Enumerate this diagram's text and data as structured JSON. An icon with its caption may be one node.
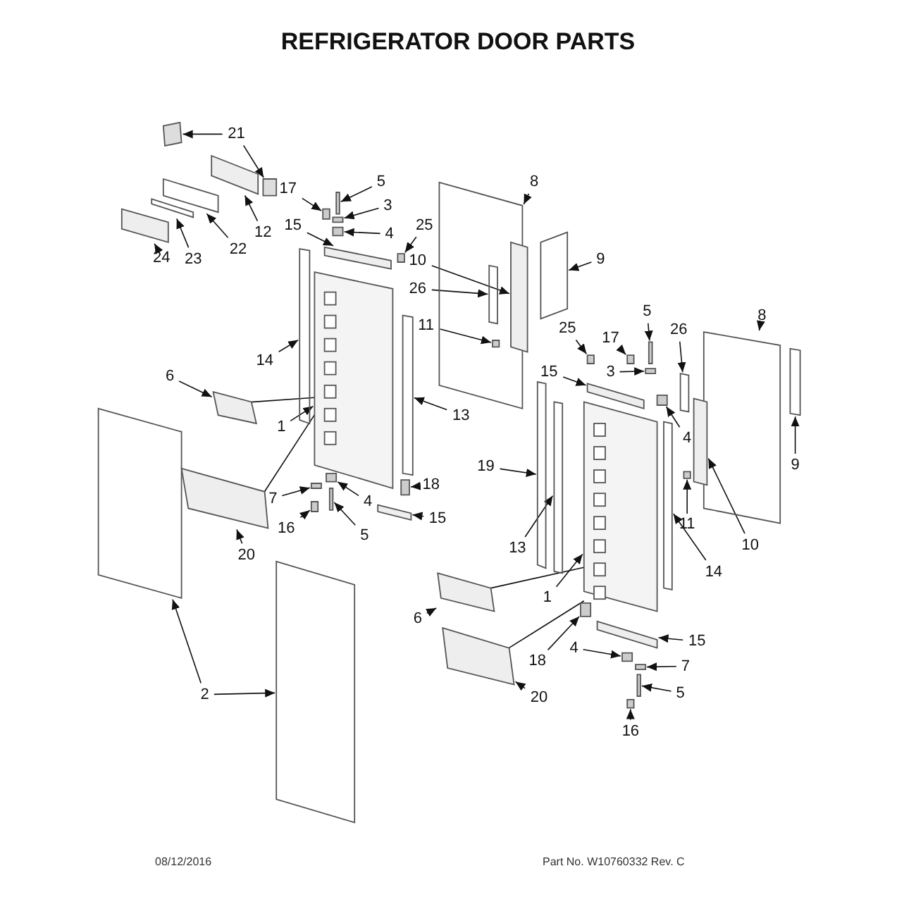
{
  "diagram": {
    "title": "REFRIGERATOR DOOR PARTS",
    "nodes": [
      {
        "text": [
          "21"
        ]
      },
      {
        "text": [
          "12"
        ]
      },
      {
        "text": [
          "22"
        ]
      },
      {
        "text": [
          "23"
        ]
      },
      {
        "text": [
          "24"
        ]
      },
      {
        "text": [
          "17"
        ]
      },
      {
        "text": [
          "5"
        ]
      },
      {
        "text": [
          "3"
        ]
      },
      {
        "text": [
          "4"
        ]
      },
      {
        "text": [
          "15"
        ]
      },
      {
        "text": [
          "25"
        ]
      },
      {
        "text": [
          "8"
        ]
      },
      {
        "text": [
          "10"
        ]
      },
      {
        "text": [
          "9"
        ]
      },
      {
        "text": [
          "26"
        ]
      },
      {
        "text": [
          "11"
        ]
      },
      {
        "text": [
          "8"
        ]
      },
      {
        "text": [
          "5"
        ]
      },
      {
        "text": [
          "26"
        ]
      },
      {
        "text": [
          "25"
        ]
      },
      {
        "text": [
          "17"
        ]
      },
      {
        "text": [
          "14"
        ]
      },
      {
        "text": [
          "15"
        ]
      },
      {
        "text": [
          "3"
        ]
      },
      {
        "text": [
          "6"
        ]
      },
      {
        "text": [
          "13"
        ]
      },
      {
        "text": [
          "1"
        ]
      },
      {
        "text": [
          "4"
        ]
      },
      {
        "text": [
          "9"
        ]
      },
      {
        "text": [
          "19"
        ]
      },
      {
        "text": [
          "10"
        ]
      },
      {
        "text": [
          "7"
        ]
      },
      {
        "text": [
          "4"
        ]
      },
      {
        "text": [
          "15"
        ]
      },
      {
        "text": [
          "5"
        ]
      },
      {
        "text": [
          "11"
        ]
      },
      {
        "text": [
          "16"
        ]
      },
      {
        "text": [
          "18"
        ]
      },
      {
        "text": [
          "20"
        ]
      },
      {
        "text": [
          "14"
        ]
      },
      {
        "text": [
          "13"
        ]
      },
      {
        "text": [
          "1"
        ]
      },
      {
        "text": [
          "6"
        ]
      },
      {
        "text": [
          "18"
        ]
      },
      {
        "text": [
          "15"
        ]
      },
      {
        "text": [
          "4"
        ]
      },
      {
        "text": [
          "7"
        ]
      },
      {
        "text": [
          "2"
        ]
      },
      {
        "text": [
          "5"
        ]
      },
      {
        "text": [
          "20"
        ]
      },
      {
        "text": [
          "16"
        ]
      },
      {
        "text": [],
        "shape": "box"
      },
      {
        "text": [],
        "shape": "box"
      },
      {
        "text": [],
        "shape": "box"
      },
      {
        "text": [],
        "shape": "box"
      },
      {
        "text": [],
        "shape": "box"
      },
      {
        "text": [],
        "shape": "box"
      },
      {
        "text": [],
        "shape": "box"
      },
      {
        "text": [],
        "shape": "box"
      },
      {
        "text": [],
        "shape": "box"
      },
      {
        "text": [],
        "shape": "box"
      },
      {
        "text": [],
        "shape": "box"
      },
      {
        "text": [],
        "shape": "box"
      },
      {
        "text": [],
        "shape": "box"
      },
      {
        "text": [],
        "shape": "box"
      },
      {
        "text": [],
        "shape": "box"
      },
      {
        "text": [],
        "shape": "box",
        "in": 63
      },
      {
        "text": [],
        "shape": "box",
        "in": 63
      },
      {
        "text": [],
        "shape": "box"
      },
      {
        "text": [],
        "shape": "box"
      },
      {
        "text": [],
        "shape": "box"
      },
      {
        "text": [],
        "shape": "box"
      },
      {
        "text": [],
        "shape": "box"
      },
      {
        "text": [],
        "shape": "box"
      },
      {
        "text": [],
        "shape": "box"
      },
      {
        "text": [],
        "shape": "box"
      },
      {
        "text": [],
        "shape": "box"
      },
      {
        "text": [],
        "shape": "box"
      },
      {
        "text": [],
        "shape": "box"
      },
      {
        "text": [],
        "shape": "box"
      },
      {
        "text": [],
        "shape": "box"
      },
      {
        "text": [],
        "shape": "box"
      },
      {
        "text": [],
        "shape": "box"
      },
      {
        "text": [],
        "shape": "box"
      },
      {
        "text": [],
        "shape": "box"
      },
      {
        "text": [],
        "shape": "box"
      },
      {
        "text": [],
        "shape": "box"
      },
      {
        "text": [],
        "shape": "box"
      },
      {
        "text": [],
        "shape": "box"
      },
      {
        "text": [],
        "shape": "box"
      },
      {
        "text": [],
        "shape": "box"
      },
      {
        "text": [],
        "shape": "box"
      },
      {
        "text": [],
        "shape": "box"
      },
      {
        "text": [],
        "shape": "box"
      },
      {
        "text": [],
        "shape": "box"
      },
      {
        "text": [],
        "shape": "box"
      },
      {
        "text": [],
        "shape": "box"
      },
      {
        "text": [],
        "shape": "box"
      },
      {
        "text": [],
        "shape": "box"
      },
      {
        "text": [],
        "shape": "box"
      },
      {
        "text": [],
        "shape": "box"
      },
      {
        "text": [],
        "shape": "box"
      },
      {
        "text": [],
        "shape": "box"
      },
      {
        "text": [],
        "shape": "box"
      }
    ],
    "edges": [
      {
        "from": 0,
        "to": 51,
        "arrow": "to"
      },
      {
        "from": 0,
        "to": 52,
        "arrow": "to"
      },
      {
        "from": 1,
        "to": 53,
        "arrow": "to"
      },
      {
        "from": 2,
        "to": 54,
        "arrow": "to"
      },
      {
        "from": 3,
        "to": 55,
        "arrow": "to"
      },
      {
        "from": 4,
        "to": 56,
        "arrow": "to"
      },
      {
        "from": 5,
        "to": 57,
        "arrow": "to"
      },
      {
        "from": 6,
        "to": 58,
        "arrow": "to"
      },
      {
        "from": 7,
        "to": 59,
        "arrow": "to"
      },
      {
        "from": 8,
        "to": 60,
        "arrow": "to"
      },
      {
        "from": 9,
        "to": 61,
        "arrow": "to"
      },
      {
        "from": 10,
        "to": 62,
        "arrow": "to"
      },
      {
        "from": 11,
        "to": 63,
        "arrow": "to"
      },
      {
        "from": 12,
        "to": 64,
        "arrow": "to"
      },
      {
        "from": 13,
        "to": 65,
        "arrow": "to"
      },
      {
        "from": 14,
        "to": 66,
        "arrow": "to"
      },
      {
        "from": 15,
        "to": 67,
        "arrow": "to"
      },
      {
        "from": 16,
        "to": 68,
        "arrow": "to"
      },
      {
        "from": 17,
        "to": 69,
        "arrow": "to"
      },
      {
        "from": 18,
        "to": 70,
        "arrow": "to"
      },
      {
        "from": 19,
        "to": 71,
        "arrow": "to"
      },
      {
        "from": 20,
        "to": 72,
        "arrow": "to"
      },
      {
        "from": 21,
        "to": 73,
        "arrow": "to"
      },
      {
        "from": 22,
        "to": 74,
        "arrow": "to"
      },
      {
        "from": 23,
        "to": 75,
        "arrow": "to"
      },
      {
        "from": 24,
        "to": 76,
        "arrow": "to"
      },
      {
        "from": 25,
        "to": 77,
        "arrow": "to"
      },
      {
        "from": 26,
        "to": 78,
        "arrow": "to"
      },
      {
        "from": 27,
        "to": 79,
        "arrow": "to"
      },
      {
        "from": 28,
        "to": 80,
        "arrow": "to"
      },
      {
        "from": 29,
        "to": 81,
        "arrow": "to"
      },
      {
        "from": 30,
        "to": 82,
        "arrow": "to"
      },
      {
        "from": 31,
        "to": 83,
        "arrow": "to"
      },
      {
        "from": 32,
        "to": 84,
        "arrow": "to"
      },
      {
        "from": 33,
        "to": 85,
        "arrow": "to"
      },
      {
        "from": 34,
        "to": 86,
        "arrow": "to"
      },
      {
        "from": 35,
        "to": 87,
        "arrow": "to"
      },
      {
        "from": 36,
        "to": 88,
        "arrow": "to"
      },
      {
        "from": 37,
        "to": 89,
        "arrow": "to"
      },
      {
        "from": 38,
        "to": 90,
        "arrow": "to"
      },
      {
        "from": 39,
        "to": 91,
        "arrow": "to"
      },
      {
        "from": 40,
        "to": 92,
        "arrow": "to"
      },
      {
        "from": 41,
        "to": 93,
        "arrow": "to"
      },
      {
        "from": 42,
        "to": 94,
        "arrow": "to"
      },
      {
        "from": 43,
        "to": 95,
        "arrow": "to"
      },
      {
        "from": 44,
        "to": 96,
        "arrow": "to"
      },
      {
        "from": 45,
        "to": 97,
        "arrow": "to"
      },
      {
        "from": 46,
        "to": 98,
        "arrow": "to"
      },
      {
        "from": 47,
        "to": 99,
        "arrow": "to"
      },
      {
        "from": 47,
        "to": 100,
        "arrow": "to"
      },
      {
        "from": 48,
        "to": 101,
        "arrow": "to"
      },
      {
        "from": 49,
        "to": 102,
        "arrow": "to"
      },
      {
        "from": 50,
        "to": 103,
        "arrow": "to"
      },
      {
        "from": 76,
        "to": 78,
        "arrow": "none"
      },
      {
        "from": 90,
        "to": 78,
        "arrow": "none"
      },
      {
        "from": 94,
        "to": 93,
        "arrow": "none"
      },
      {
        "from": 102,
        "to": 93,
        "arrow": "none"
      }
    ],
    "labels": [
      "08/12/2016",
      "Part No. W10760332  Rev. C"
    ]
  }
}
